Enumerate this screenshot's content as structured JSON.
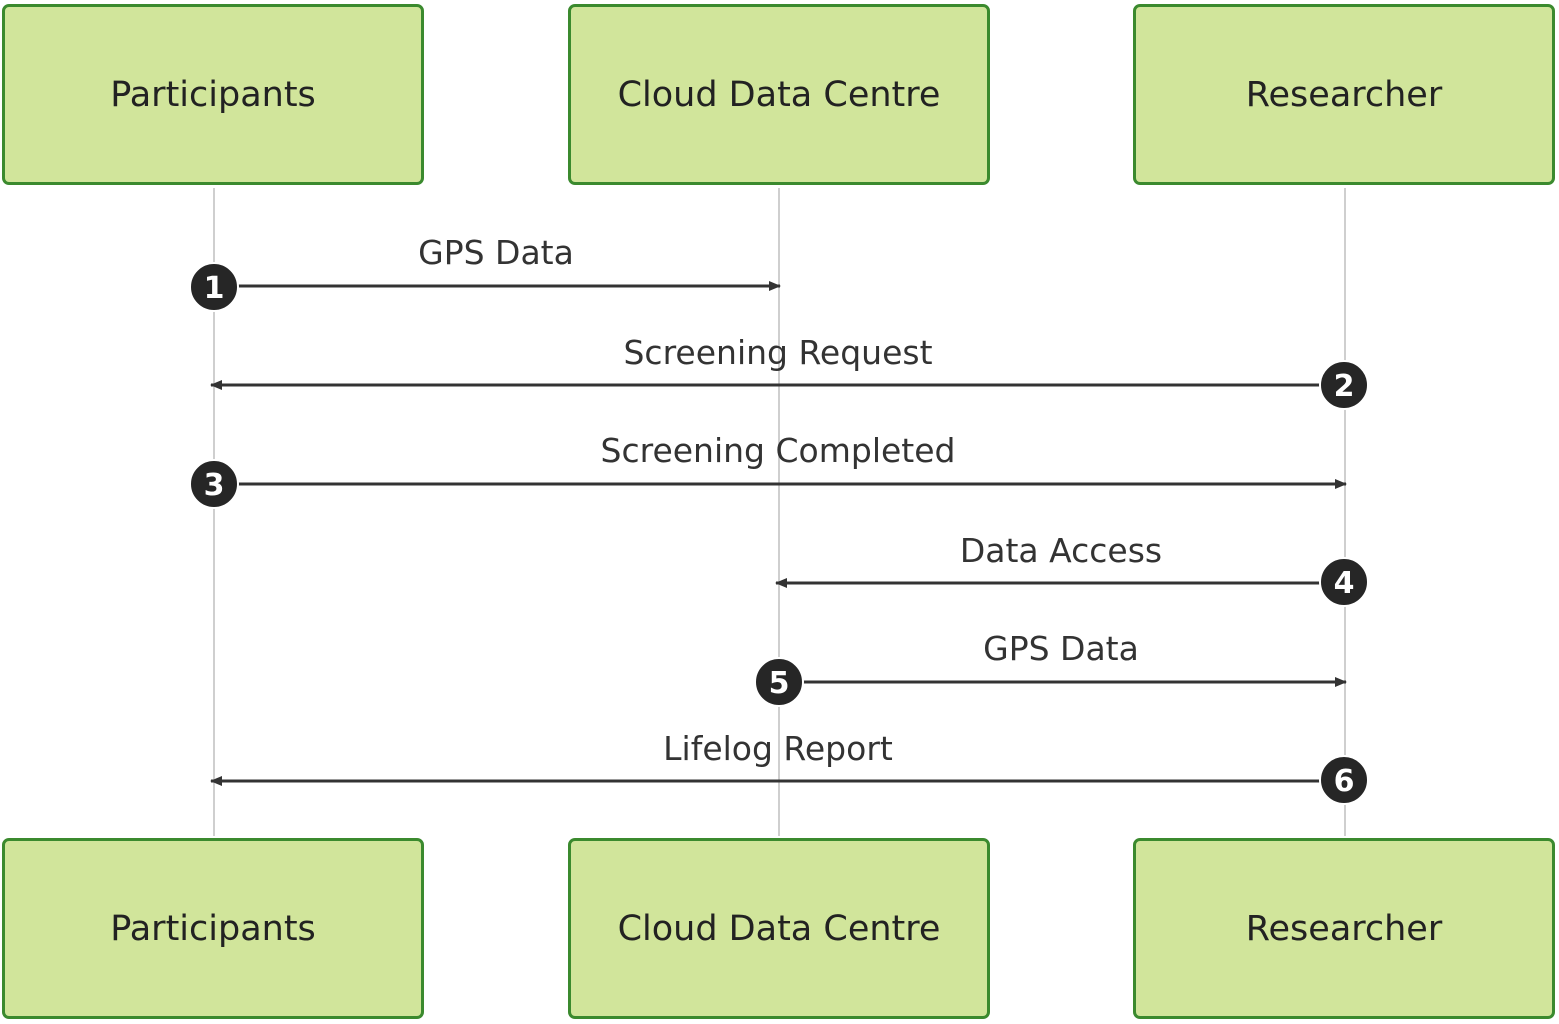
{
  "actors_top": [
    {
      "name": "Participants"
    },
    {
      "name": "Cloud Data Centre"
    },
    {
      "name": "Researcher"
    }
  ],
  "actors_bottom": [
    {
      "name": "Participants"
    },
    {
      "name": "Cloud Data Centre"
    },
    {
      "name": "Researcher"
    }
  ],
  "messages": [
    {
      "number": "1",
      "label": "GPS Data",
      "from": "Participants",
      "to": "Cloud Data Centre"
    },
    {
      "number": "2",
      "label": "Screening Request",
      "from": "Researcher",
      "to": "Participants"
    },
    {
      "number": "3",
      "label": "Screening Completed",
      "from": "Participants",
      "to": "Researcher"
    },
    {
      "number": "4",
      "label": "Data Access",
      "from": "Researcher",
      "to": "Cloud Data Centre"
    },
    {
      "number": "5",
      "label": "GPS Data",
      "from": "Cloud Data Centre",
      "to": "Researcher"
    },
    {
      "number": "6",
      "label": "Lifelog Report",
      "from": "Researcher",
      "to": "Participants"
    }
  ],
  "colors": {
    "actor_fill": "#d1e59b",
    "actor_border": "#3b8a2e",
    "arrow": "#333333",
    "badge": "#262626"
  }
}
